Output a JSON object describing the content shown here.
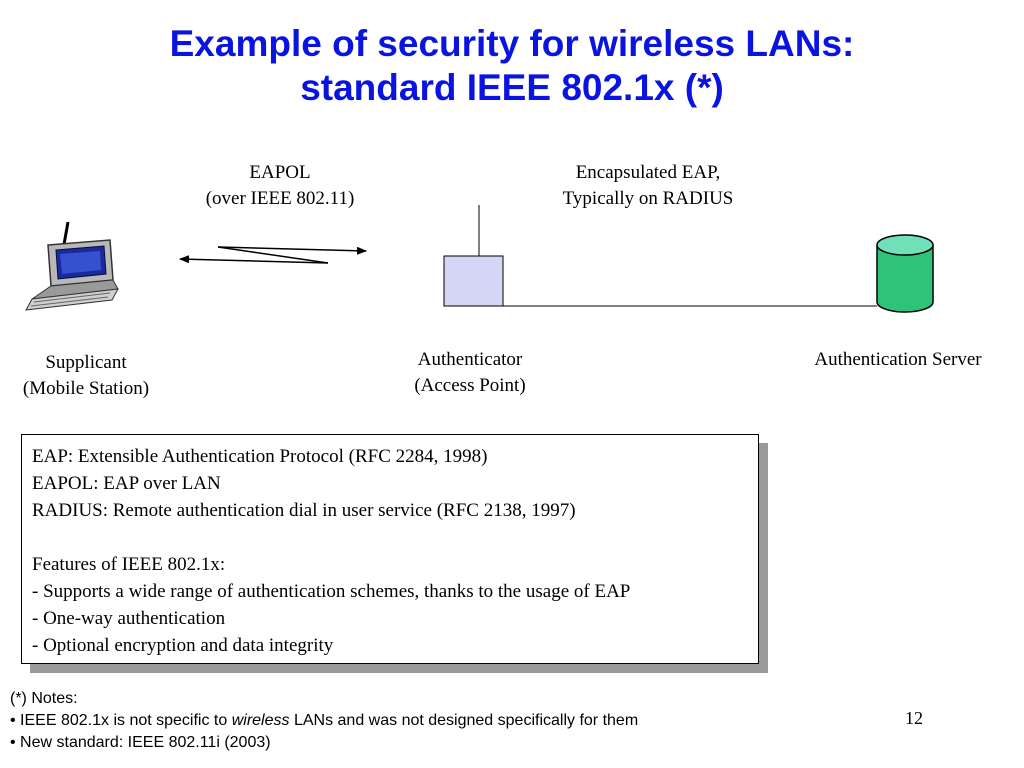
{
  "title": {
    "line1": "Example of security for wireless LANs:",
    "line2": "standard IEEE 802.1x (*)"
  },
  "diagram": {
    "eapol_label": {
      "line1": "EAPOL",
      "line2": "(over IEEE 802.11)"
    },
    "radius_label": {
      "line1": "Encapsulated EAP,",
      "line2": "Typically on RADIUS"
    },
    "supplicant": {
      "line1": "Supplicant",
      "line2": "(Mobile Station)"
    },
    "authenticator": {
      "line1": "Authenticator",
      "line2": "(Access Point)"
    },
    "server": {
      "label": "Authentication Server"
    }
  },
  "colors": {
    "title": "#0a14e0",
    "access_point_fill": "#d5d5f5",
    "server_fill": "#2dc47a",
    "server_top": "#6fe0b8"
  },
  "infobox": {
    "lines": [
      "EAP: Extensible Authentication Protocol (RFC 2284, 1998)",
      "EAPOL: EAP over LAN",
      "RADIUS: Remote authentication dial in user service (RFC 2138, 1997)",
      "",
      "Features of IEEE 802.1x:",
      "- Supports a wide range of authentication schemes, thanks to the usage of EAP",
      "- One-way authentication",
      "- Optional encryption and data integrity"
    ]
  },
  "notes": {
    "heading": "(*) Notes:",
    "bullet1_pre": "• IEEE 802.1x is not specific to ",
    "bullet1_em": "wireless",
    "bullet1_post": " LANs and was not designed specifically for them",
    "bullet2": "• New standard: IEEE 802.11i (2003)"
  },
  "page_number": "12"
}
